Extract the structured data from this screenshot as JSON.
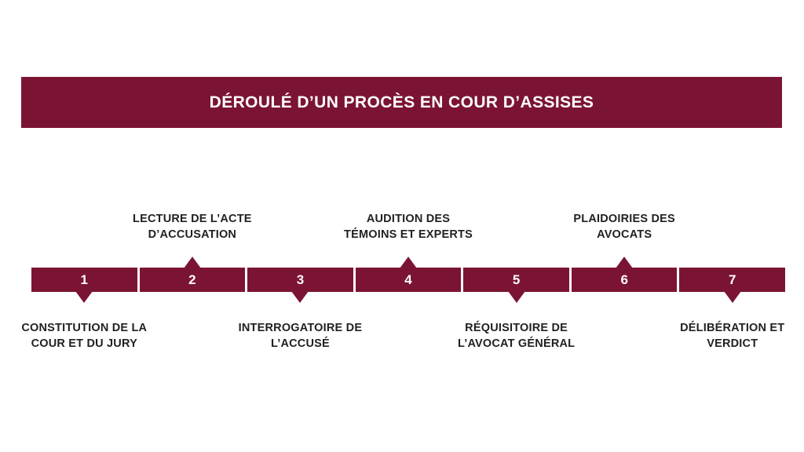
{
  "title": "DÉROULÉ D’UN PROCÈS EN COUR D’ASSISES",
  "colors": {
    "accent": "#7b1433",
    "label_text": "#231f20",
    "background": "#ffffff",
    "number_text": "#ffffff"
  },
  "timeline": {
    "steps": [
      {
        "number": "1",
        "label": "CONSTITUTION DE LA\nCOUR ET DU JURY",
        "position": "below"
      },
      {
        "number": "2",
        "label": "LECTURE DE L’ACTE\nD’ACCUSATION",
        "position": "above"
      },
      {
        "number": "3",
        "label": "INTERROGATOIRE DE\nL’ACCUSÉ",
        "position": "below"
      },
      {
        "number": "4",
        "label": "AUDITION DES\nTÉMOINS ET EXPERTS",
        "position": "above"
      },
      {
        "number": "5",
        "label": "RÉQUISITOIRE DE\nL’AVOCAT GÉNÉRAL",
        "position": "below"
      },
      {
        "number": "6",
        "label": "PLAIDOIRIES DES\nAVOCATS",
        "position": "above"
      },
      {
        "number": "7",
        "label": "DÉLIBÉRATION ET\nVERDICT",
        "position": "below"
      }
    ]
  }
}
